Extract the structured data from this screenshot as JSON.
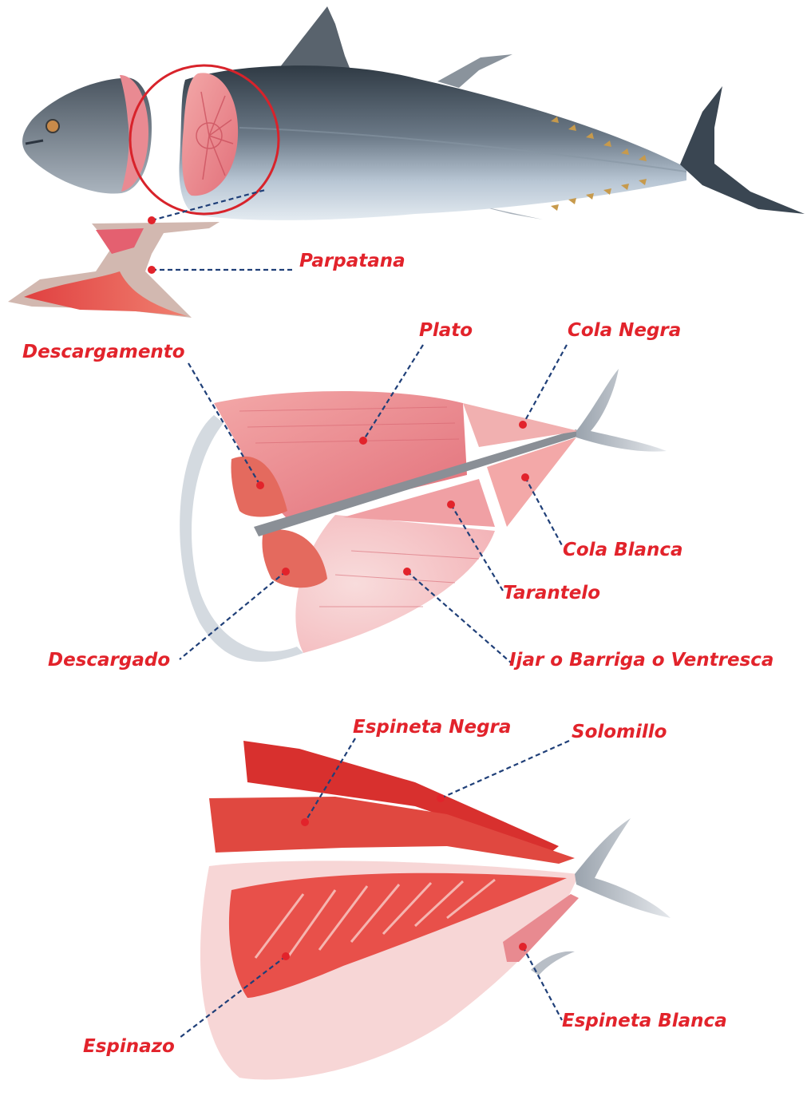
{
  "colors": {
    "label": "#e2232b",
    "leader": "#1f3f78",
    "dot": "#e2232b",
    "meat": "#e8606a",
    "meat_dark": "#c8222c",
    "meat_light": "#f6c4c2",
    "skin_dark": "#3c4650",
    "skin_light": "#c9d4df"
  },
  "figures": [
    {
      "id": "whole-tuna",
      "description_icon": "tuna-fish-icon"
    },
    {
      "id": "loin-cuts",
      "description_icon": "tuna-loin-icon"
    },
    {
      "id": "inner-cuts",
      "description_icon": "tuna-inner-cuts-icon"
    }
  ],
  "labels": {
    "parpatana": "Parpatana",
    "plato": "Plato",
    "cola_negra": "Cola Negra",
    "descargamento": "Descargamento",
    "cola_blanca": "Cola Blanca",
    "tarantelo": "Tarantelo",
    "descargado": "Descargado",
    "ijar": "Ijar o Barriga o Ventresca",
    "espineta_negra": "Espineta Negra",
    "solomillo": "Solomillo",
    "espineta_blanca": "Espineta Blanca",
    "espinazo": "Espinazo"
  }
}
